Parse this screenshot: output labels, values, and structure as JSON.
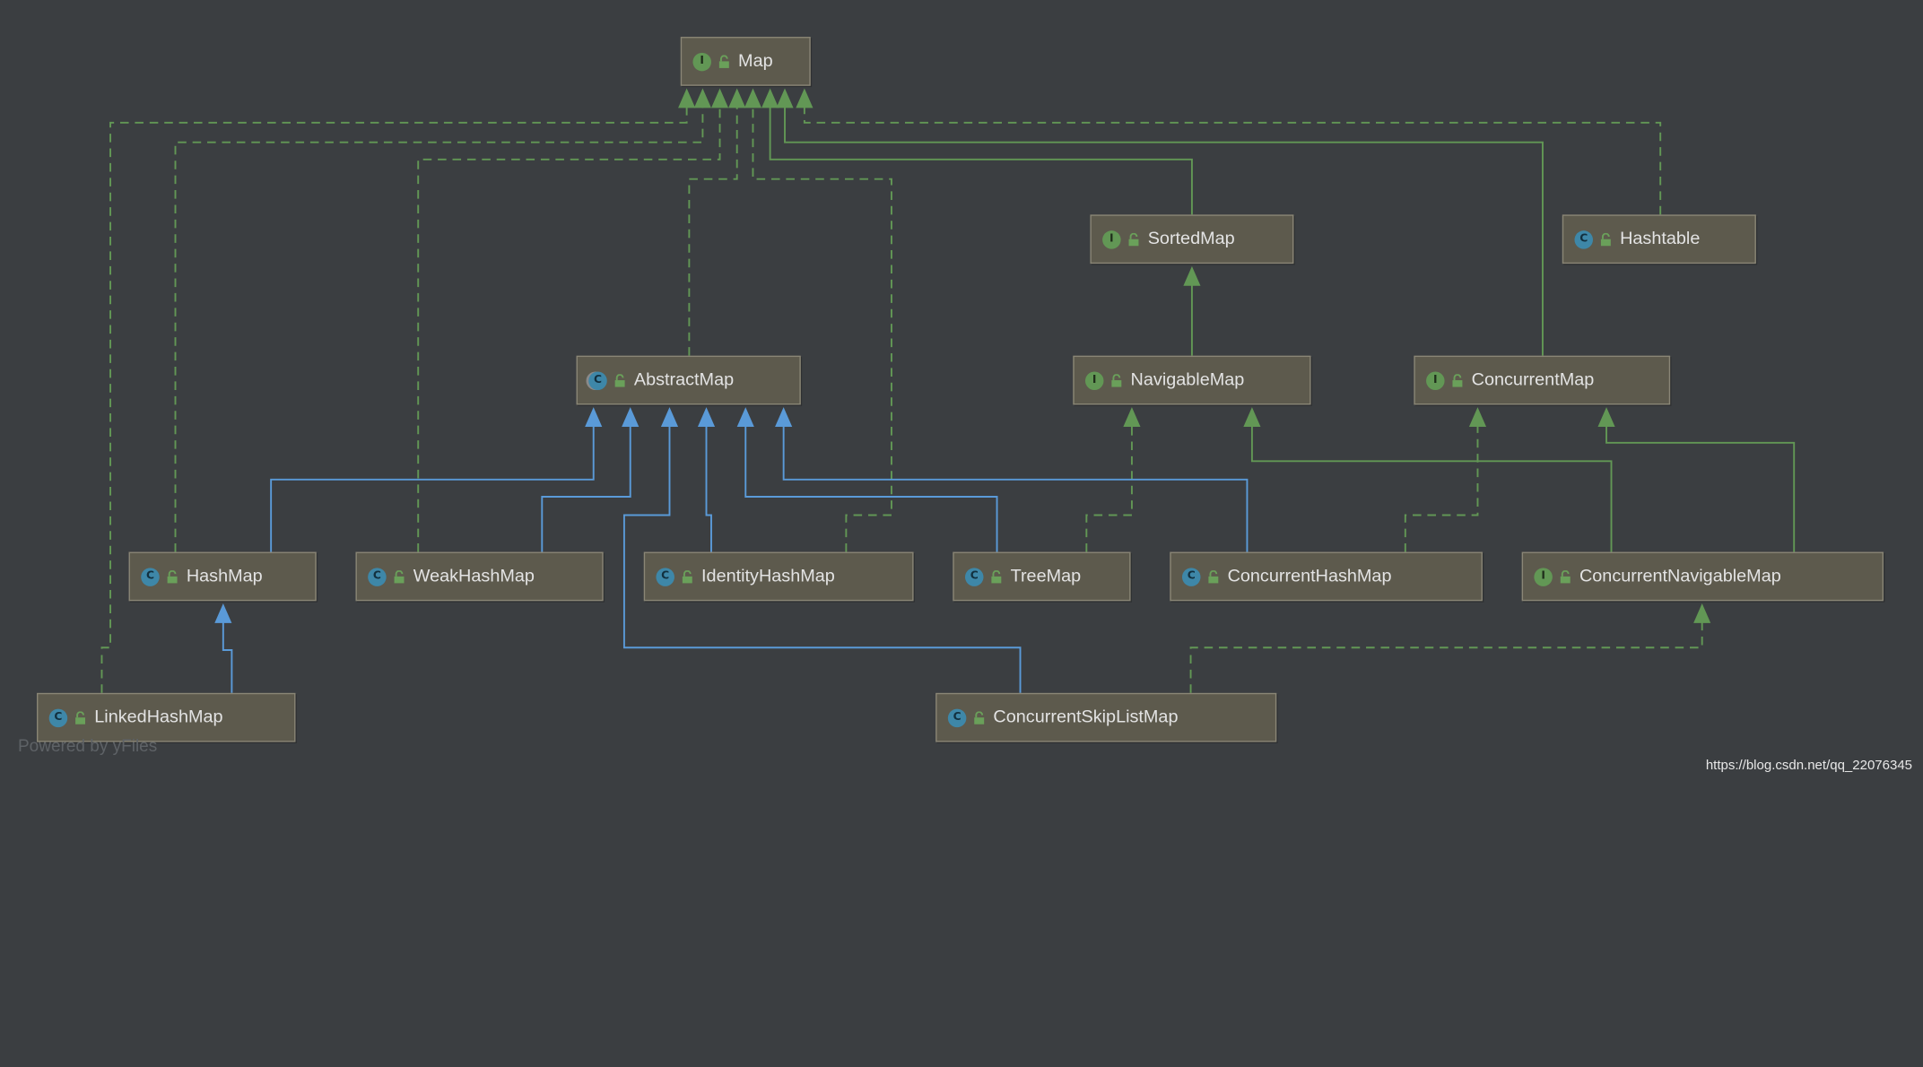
{
  "nodes": {
    "map": {
      "label": "Map",
      "kind": "I"
    },
    "sorted_map": {
      "label": "SortedMap",
      "kind": "I"
    },
    "hashtable": {
      "label": "Hashtable",
      "kind": "C"
    },
    "abstract_map": {
      "label": "AbstractMap",
      "kind": "C"
    },
    "navigable_map": {
      "label": "NavigableMap",
      "kind": "I"
    },
    "concurrent_map": {
      "label": "ConcurrentMap",
      "kind": "I"
    },
    "hash_map": {
      "label": "HashMap",
      "kind": "C"
    },
    "weak_hash_map": {
      "label": "WeakHashMap",
      "kind": "C"
    },
    "identity_hash_map": {
      "label": "IdentityHashMap",
      "kind": "C"
    },
    "tree_map": {
      "label": "TreeMap",
      "kind": "C"
    },
    "concurrent_hash_map": {
      "label": "ConcurrentHashMap",
      "kind": "C"
    },
    "concurrent_navigable_map": {
      "label": "ConcurrentNavigableMap",
      "kind": "I"
    },
    "linked_hash_map": {
      "label": "LinkedHashMap",
      "kind": "C"
    },
    "concurrent_skip_list_map": {
      "label": "ConcurrentSkipListMap",
      "kind": "C"
    }
  },
  "colors": {
    "background": "#3b3e41",
    "extends_edge": "#5a9ad8",
    "interface_edge": "#629755",
    "node_fill": "#5d5a4d",
    "node_border": "#8a8676"
  },
  "watermark": "Powered by yFiles",
  "source_url": "https://blog.csdn.net/qq_22076345"
}
